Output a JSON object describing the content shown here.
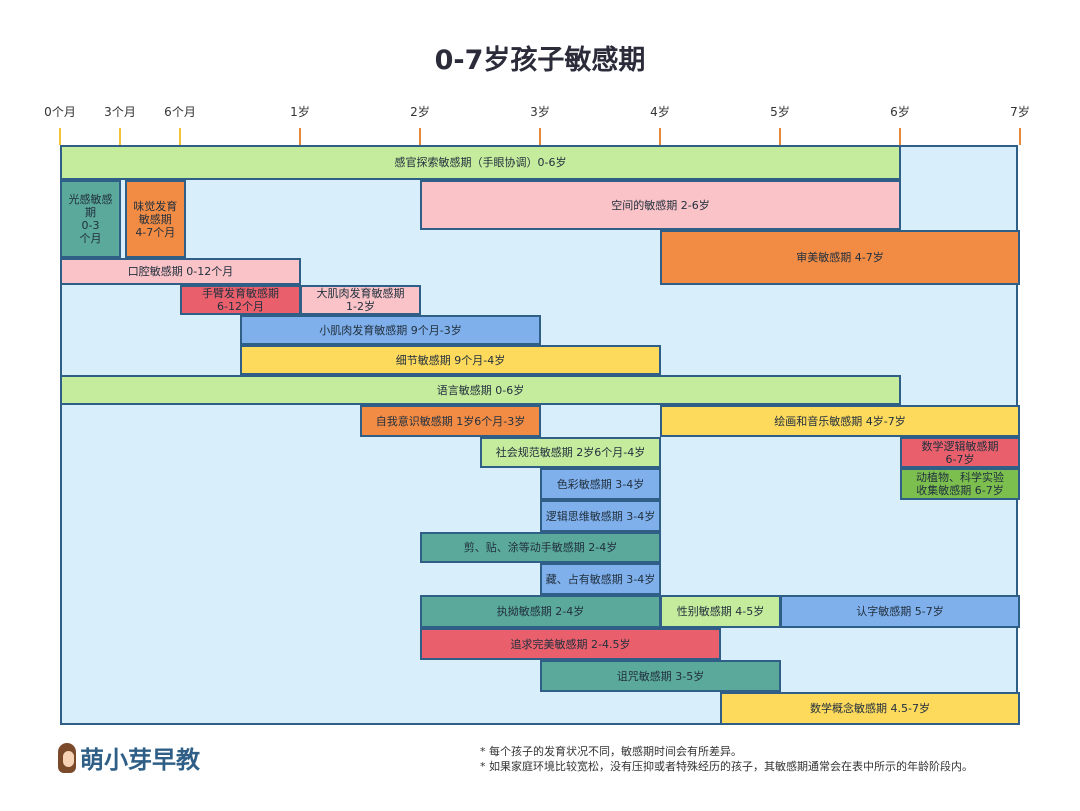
{
  "title": "0-7岁孩子敏感期",
  "axis_ticks": [
    {
      "label": "0个月",
      "age": 0,
      "color": "#f3c437"
    },
    {
      "label": "3个月",
      "age": 0.25,
      "color": "#f3c437"
    },
    {
      "label": "6个月",
      "age": 0.5,
      "color": "#f3c437"
    },
    {
      "label": "1岁",
      "age": 1,
      "color": "#e88a3c"
    },
    {
      "label": "2岁",
      "age": 2,
      "color": "#e88a3c"
    },
    {
      "label": "3岁",
      "age": 3,
      "color": "#e88a3c"
    },
    {
      "label": "4岁",
      "age": 4,
      "color": "#e88a3c"
    },
    {
      "label": "5岁",
      "age": 5,
      "color": "#e88a3c"
    },
    {
      "label": "6岁",
      "age": 6,
      "color": "#e88a3c"
    },
    {
      "label": "7岁",
      "age": 7,
      "color": "#e88a3c"
    }
  ],
  "colors": {
    "green": "#c5eb9c",
    "teal": "#5aa99a",
    "orange": "#f28c45",
    "pink": "#f9c3c7",
    "red": "#e9606c",
    "blue": "#7fb0ec",
    "yellow": "#fdd95c",
    "darkgreen": "#7cbf4e",
    "background": "#d9eefb",
    "border": "#2f5f86"
  },
  "periods": [
    {
      "label": "感官探索敏感期（手眼协调）0-6岁",
      "start": 0,
      "end": 6,
      "color": "green"
    },
    {
      "label": "光感敏感\n期\n0-3\n个月",
      "start": 0,
      "end": 0.25,
      "color": "teal"
    },
    {
      "label": "味觉发育\n敏感期\n4-7个月",
      "start": 0.27,
      "end": 0.52,
      "color": "orange"
    },
    {
      "label": "空间的敏感期 2-6岁",
      "start": 2,
      "end": 6,
      "color": "pink"
    },
    {
      "label": "审美敏感期 4-7岁",
      "start": 4,
      "end": 7,
      "color": "orange"
    },
    {
      "label": "口腔敏感期 0-12个月",
      "start": 0,
      "end": 1,
      "color": "pink"
    },
    {
      "label": "手臂发育敏感期\n6-12个月",
      "start": 0.5,
      "end": 1,
      "color": "red"
    },
    {
      "label": "大肌肉发育敏感期\n1-2岁",
      "start": 1,
      "end": 2,
      "color": "pink"
    },
    {
      "label": "小肌肉发育敏感期 9个月-3岁",
      "start": 0.75,
      "end": 3,
      "color": "blue"
    },
    {
      "label": "细节敏感期 9个月-4岁",
      "start": 0.75,
      "end": 4,
      "color": "yellow"
    },
    {
      "label": "语言敏感期 0-6岁",
      "start": 0,
      "end": 6,
      "color": "green"
    },
    {
      "label": "自我意识敏感期 1岁6个月-3岁",
      "start": 1.5,
      "end": 3,
      "color": "orange"
    },
    {
      "label": "绘画和音乐敏感期 4岁-7岁",
      "start": 4,
      "end": 7,
      "color": "yellow"
    },
    {
      "label": "社会规范敏感期 2岁6个月-4岁",
      "start": 2.5,
      "end": 4,
      "color": "green"
    },
    {
      "label": "数学逻辑敏感期\n6-7岁",
      "start": 6,
      "end": 7,
      "color": "red"
    },
    {
      "label": "色彩敏感期 3-4岁",
      "start": 3,
      "end": 4,
      "color": "blue"
    },
    {
      "label": "动植物、科学实验\n收集敏感期 6-7岁",
      "start": 6,
      "end": 7,
      "color": "darkgreen"
    },
    {
      "label": "逻辑思维敏感期 3-4岁",
      "start": 3,
      "end": 4,
      "color": "blue"
    },
    {
      "label": "剪、贴、涂等动手敏感期 2-4岁",
      "start": 2,
      "end": 4,
      "color": "teal"
    },
    {
      "label": "藏、占有敏感期 3-4岁",
      "start": 3,
      "end": 4,
      "color": "blue"
    },
    {
      "label": "执拗敏感期 2-4岁",
      "start": 2,
      "end": 4,
      "color": "teal"
    },
    {
      "label": "性别敏感期 4-5岁",
      "start": 4,
      "end": 5,
      "color": "green"
    },
    {
      "label": "认字敏感期 5-7岁",
      "start": 5,
      "end": 7,
      "color": "blue"
    },
    {
      "label": "追求完美敏感期 2-4.5岁",
      "start": 2,
      "end": 4.5,
      "color": "red"
    },
    {
      "label": "诅咒敏感期 3-5岁",
      "start": 3,
      "end": 5,
      "color": "teal"
    },
    {
      "label": "数学概念敏感期 4.5-7岁",
      "start": 4.5,
      "end": 7,
      "color": "yellow"
    }
  ],
  "logo_text": "萌小芽早教",
  "notes": [
    "* 每个孩子的发育状况不同，敏感期时间会有所差异。",
    "* 如果家庭环境比较宽松，没有压抑或者特殊经历的孩子，其敏感期通常会在表中所示的年龄阶段内。"
  ]
}
